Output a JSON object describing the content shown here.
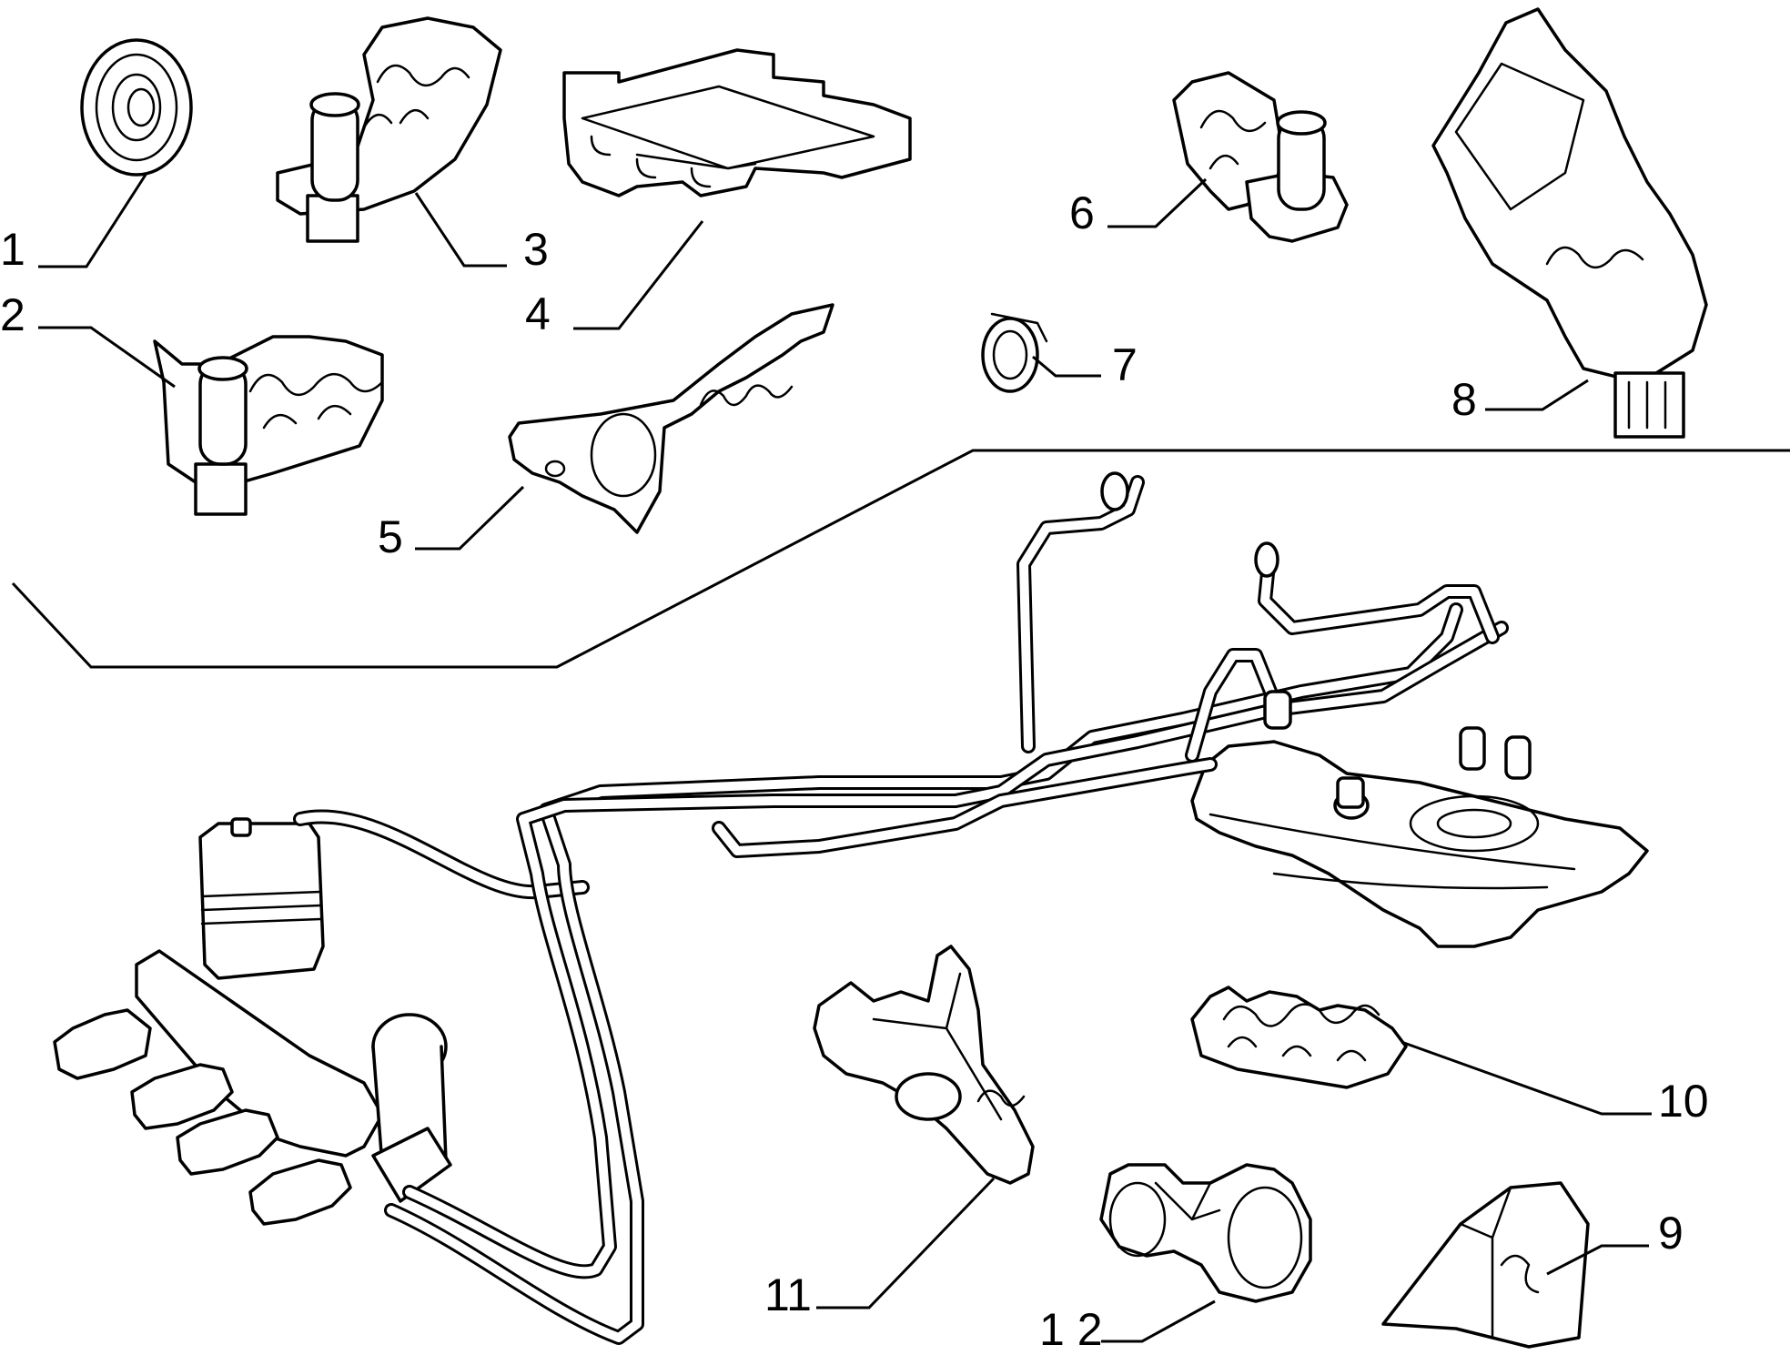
{
  "diagram": {
    "type": "exploded parts diagram",
    "line_color": "#000000",
    "background": "#ffffff",
    "callouts": {
      "c1": "1",
      "c2": "2",
      "c3": "3",
      "c4": "4",
      "c5": "5",
      "c6": "6",
      "c7": "7",
      "c8": "8",
      "c9": "9",
      "c10": "10",
      "c11": "11",
      "c12": "1 2"
    }
  }
}
